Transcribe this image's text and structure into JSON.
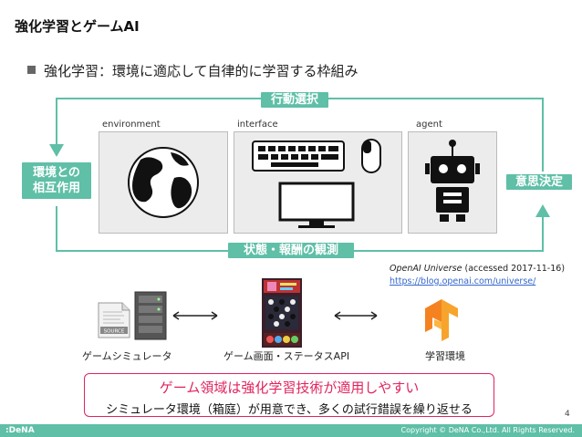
{
  "slide": {
    "title": "強化学習とゲームAI",
    "bullet": "強化学習：環境に適応して自律的に学習する枠組み",
    "page_number": "4"
  },
  "diagram": {
    "tag_top": "行動選択",
    "tag_bottom": "状態・報酬の観測",
    "tag_left_line1": "環境との",
    "tag_left_line2": "相互作用",
    "tag_right": "意思決定",
    "panel_environment": "environment",
    "panel_interface": "interface",
    "panel_agent": "agent"
  },
  "reference": {
    "source_italic": "OpenAI Universe",
    "source_rest": " (accessed 2017-11-16)",
    "url": "https://blog.openai.com/universe/"
  },
  "images": {
    "simulator_caption": "ゲームシミュレータ",
    "simulator_icon_label": "SOURCE",
    "game_caption": "ゲーム画面・ステータスAPI",
    "env_caption": "学習環境"
  },
  "callout": {
    "line1": "ゲーム領域は強化学習技術が適用しやすい",
    "line2": "シミュレータ環境（箱庭）が用意でき、多くの試行錯誤を繰り返せる"
  },
  "footer": {
    "brand": ":DeNA",
    "copyright": "Copyright © DeNA Co.,Ltd. All Rights Reserved."
  },
  "colors": {
    "accent": "#5fbfa7",
    "callout_border": "#e0245e",
    "link": "#3366cc"
  }
}
